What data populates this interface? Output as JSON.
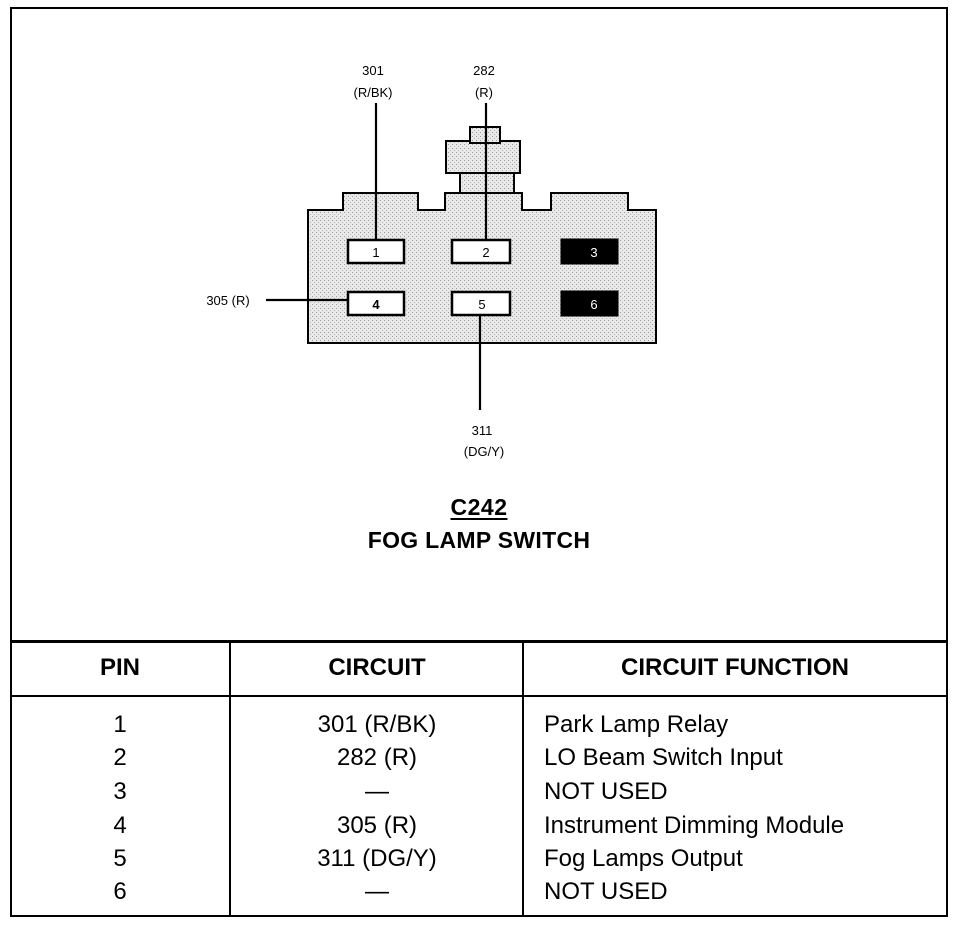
{
  "connector": {
    "id": "C242",
    "name": "FOG LAMP SWITCH"
  },
  "diagram": {
    "wire_labels": {
      "w301_num": "301",
      "w301_color": "(R/BK)",
      "w282_num": "282",
      "w282_color": "(R)",
      "w305": "305 (R)",
      "w311_num": "311",
      "w311_color": "(DG/Y)"
    },
    "pins": [
      "1",
      "2",
      "3",
      "4",
      "5",
      "6"
    ]
  },
  "table": {
    "headers": {
      "pin": "PIN",
      "circuit": "CIRCUIT",
      "function": "CIRCUIT FUNCTION"
    },
    "rows": [
      {
        "pin": "1",
        "circuit": "301 (R/BK)",
        "function": "Park Lamp Relay"
      },
      {
        "pin": "2",
        "circuit": "282 (R)",
        "function": "LO Beam Switch Input"
      },
      {
        "pin": "3",
        "circuit": "—",
        "function": "NOT USED"
      },
      {
        "pin": "4",
        "circuit": "305 (R)",
        "function": "Instrument Dimming Module"
      },
      {
        "pin": "5",
        "circuit": "311 (DG/Y)",
        "function": "Fog Lamps Output"
      },
      {
        "pin": "6",
        "circuit": "—",
        "function": "NOT USED"
      }
    ]
  }
}
